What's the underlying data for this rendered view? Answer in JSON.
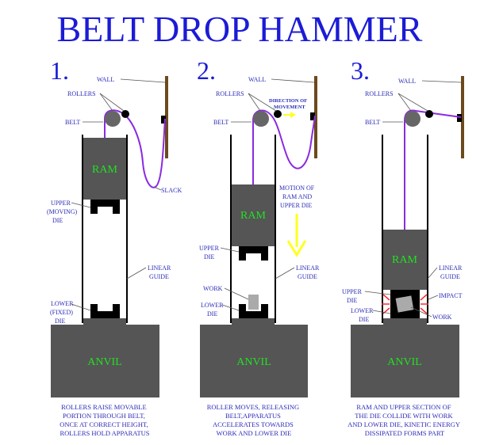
{
  "title": "BELT DROP HAMMER",
  "colors": {
    "title": "#1b1bd6",
    "ram": "#555555",
    "anvil": "#555555",
    "belt": "#8a2be2",
    "wall": "#6b4a1e",
    "label_text": "#2a2ab8",
    "block_text": "#23e023",
    "arrow": "#ffff22",
    "impact": "#ff2a2a",
    "work": "#aaaaaa"
  },
  "panels": [
    {
      "number": "1.",
      "labels": {
        "wall": "WALL",
        "rollers": "ROLLERS",
        "belt": "BELT",
        "ram": "RAM",
        "slack": "SLACK",
        "upper_die": [
          "UPPER",
          "(MOVING)",
          "DIE"
        ],
        "linear_guide": [
          "LINEAR",
          "GUIDE"
        ],
        "lower_die": [
          "LOWER",
          "(FIXED)",
          "DIE"
        ],
        "anvil": "ANVIL"
      },
      "caption": [
        "ROLLERS RAISE MOVABLE",
        "PORTION THROUGH BELT,",
        "ONCE AT CORRECT HEIGHT,",
        "ROLLERS HOLD APPARATUS"
      ]
    },
    {
      "number": "2.",
      "labels": {
        "wall": "WALL",
        "rollers": "ROLLERS",
        "direction": [
          "DIRECTION OF",
          "MOVEMENT"
        ],
        "belt": "BELT",
        "motion": [
          "MOTION OF",
          "RAM AND",
          "UPPER DIE"
        ],
        "ram": "RAM",
        "upper_die": [
          "UPPER",
          "DIE"
        ],
        "linear_guide": [
          "LINEAR",
          "GUIDE"
        ],
        "work": "WORK",
        "lower_die": [
          "LOWER",
          "DIE"
        ],
        "anvil": "ANVIL"
      },
      "caption": [
        "ROLLER MOVES, RELEASING",
        "BELT,APPARATUS",
        "ACCELERATES TOWARDS",
        "WORK AND LOWER DIE"
      ]
    },
    {
      "number": "3.",
      "labels": {
        "wall": "WALL",
        "rollers": "ROLLERS",
        "belt": "BELT",
        "ram": "RAM",
        "linear_guide": [
          "LINEAR",
          "GUIDE"
        ],
        "upper_die": [
          "UPPER",
          "DIE"
        ],
        "impact": "IMPACT",
        "lower_die": [
          "LOWER",
          "DIE"
        ],
        "work": "WORK",
        "anvil": "ANVIL"
      },
      "caption": [
        "RAM AND UPPER SECTION OF",
        "THE DIE COLLIDE WITH WORK",
        "AND LOWER DIE, KINETIC ENERGY",
        "DISSIPATED FORMS PART"
      ]
    }
  ]
}
